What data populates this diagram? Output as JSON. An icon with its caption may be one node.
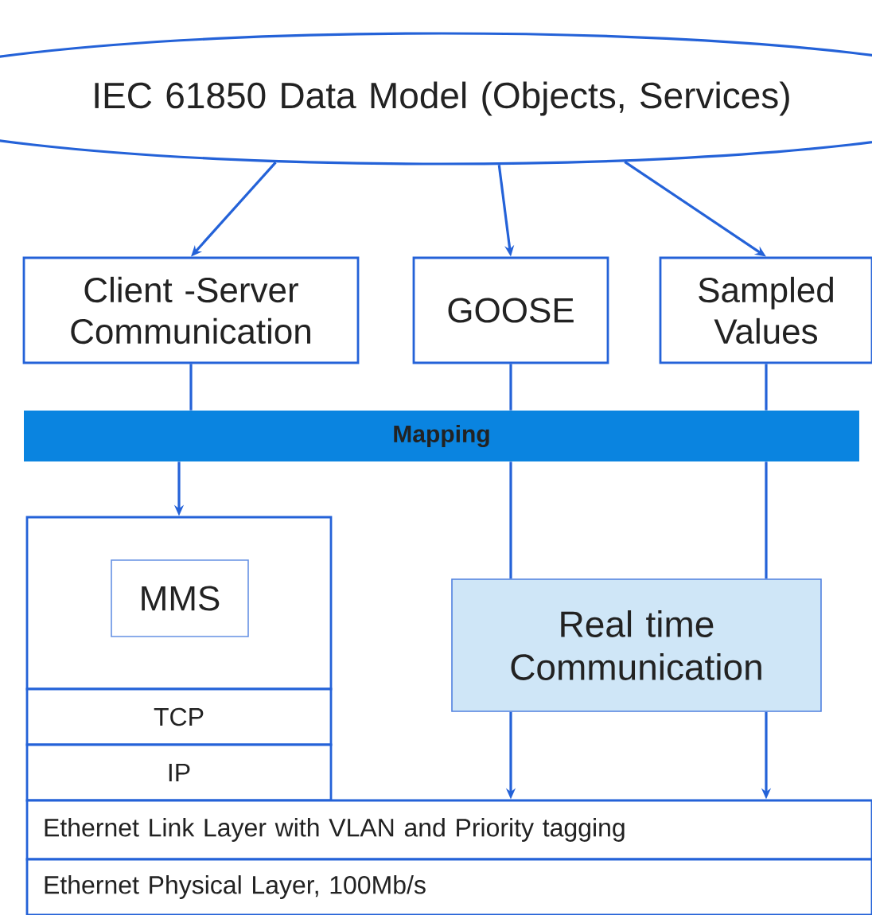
{
  "diagram": {
    "nodes": [
      {
        "text": [
          "IEC 61850 Data Model (Objects, Services)"
        ]
      },
      {
        "text": [
          "Client -Server Communication"
        ]
      },
      {
        "text": [
          "GOOSE"
        ]
      },
      {
        "text": [
          "Sampled Values"
        ]
      },
      {
        "text": [
          "Mapping"
        ]
      },
      {
        "text": [],
        "shape": "box"
      },
      {
        "text": [
          "MMS"
        ],
        "in": 5
      },
      {
        "text": [
          "TCP"
        ]
      },
      {
        "text": [
          "IP"
        ]
      },
      {
        "text": [
          "Real time Communication"
        ]
      },
      {
        "text": [
          "Ethernet Link Layer with VLAN and Priority tagging"
        ]
      },
      {
        "text": [
          "Ethernet Physical Layer, 100Mb/s"
        ]
      }
    ],
    "edges": [
      {
        "from": 0,
        "to": 1,
        "arrow": "to"
      },
      {
        "from": 0,
        "to": 2,
        "arrow": "to"
      },
      {
        "from": 0,
        "to": 3,
        "arrow": "to"
      },
      {
        "from": 1,
        "to": 4,
        "arrow": "none"
      },
      {
        "from": 2,
        "to": 4,
        "arrow": "none"
      },
      {
        "from": 3,
        "to": 4,
        "arrow": "none"
      },
      {
        "from": 4,
        "to": 5,
        "arrow": "to"
      },
      {
        "from": 4,
        "to": 9,
        "arrow": "none"
      },
      {
        "from": 4,
        "to": 9,
        "arrow": "none"
      },
      {
        "from": 9,
        "to": 10,
        "arrow": "to"
      },
      {
        "from": 9,
        "to": 10,
        "arrow": "to"
      }
    ]
  }
}
